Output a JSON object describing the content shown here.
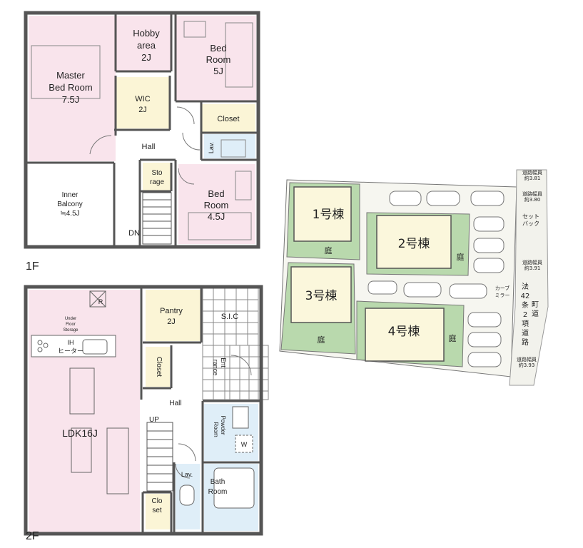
{
  "floor1": {
    "caption": "1F",
    "rooms": {
      "master_bedroom": [
        "Master",
        "Bed Room",
        "7.5J"
      ],
      "hobby_area": [
        "Hobby",
        "area",
        "2J"
      ],
      "bedroom_5j": [
        "Bed",
        "Room",
        "5J"
      ],
      "wic": [
        "WIC",
        "2J"
      ],
      "closet": "Closet",
      "hall": "Hall",
      "lav": "Lav.",
      "storage": [
        "Sto",
        "rage"
      ],
      "inner_balcony": [
        "Inner",
        "Balcony",
        "≒4.5J"
      ],
      "bedroom_45j": [
        "Bed",
        "Room",
        "4.5J"
      ],
      "dn": "DN"
    }
  },
  "floor2": {
    "caption": "2F",
    "rooms": {
      "ldk": "LDK16J",
      "pantry": [
        "Pantry",
        "2J"
      ],
      "sic": "S.I.C",
      "underfloor": [
        "Under",
        "Floor",
        "Storage"
      ],
      "ih_heater": [
        "IH",
        "ヒーター"
      ],
      "r_mark": "R",
      "closet": "Closet",
      "entrance": [
        "Ent",
        "rance"
      ],
      "hall": "Hall",
      "up": "UP",
      "powder_room": [
        "Powder",
        "Room"
      ],
      "washer": "W",
      "lav": "Lav.",
      "bath_room": [
        "Bath",
        "Room"
      ],
      "closet_small": [
        "Clo",
        "set"
      ]
    }
  },
  "site_plan": {
    "buildings": [
      "1号棟",
      "2号棟",
      "3号棟",
      "4号棟"
    ],
    "garden": "庭",
    "road_widths": [
      [
        "道路幅員",
        "約3.81"
      ],
      [
        "道路幅員",
        "約3.80"
      ],
      [
        "道路幅員",
        "約3.91"
      ],
      [
        "道路幅員",
        "約3.93"
      ]
    ],
    "setback": [
      "セット",
      "バック"
    ],
    "curve_mirror": [
      "カーブ",
      "ミラー"
    ],
    "road_type": [
      "法",
      "42",
      "条",
      "2",
      "項",
      "道",
      "路"
    ],
    "town_road": [
      "町",
      "道"
    ]
  },
  "colors": {
    "wall": "#555555",
    "bedroom_pink": "#f9e4ec",
    "closet_yellow": "#fbf5d6",
    "wet_blue": "#dfeef8",
    "garden_green": "#b9d9ad",
    "building_beige": "#fbf7dc"
  }
}
